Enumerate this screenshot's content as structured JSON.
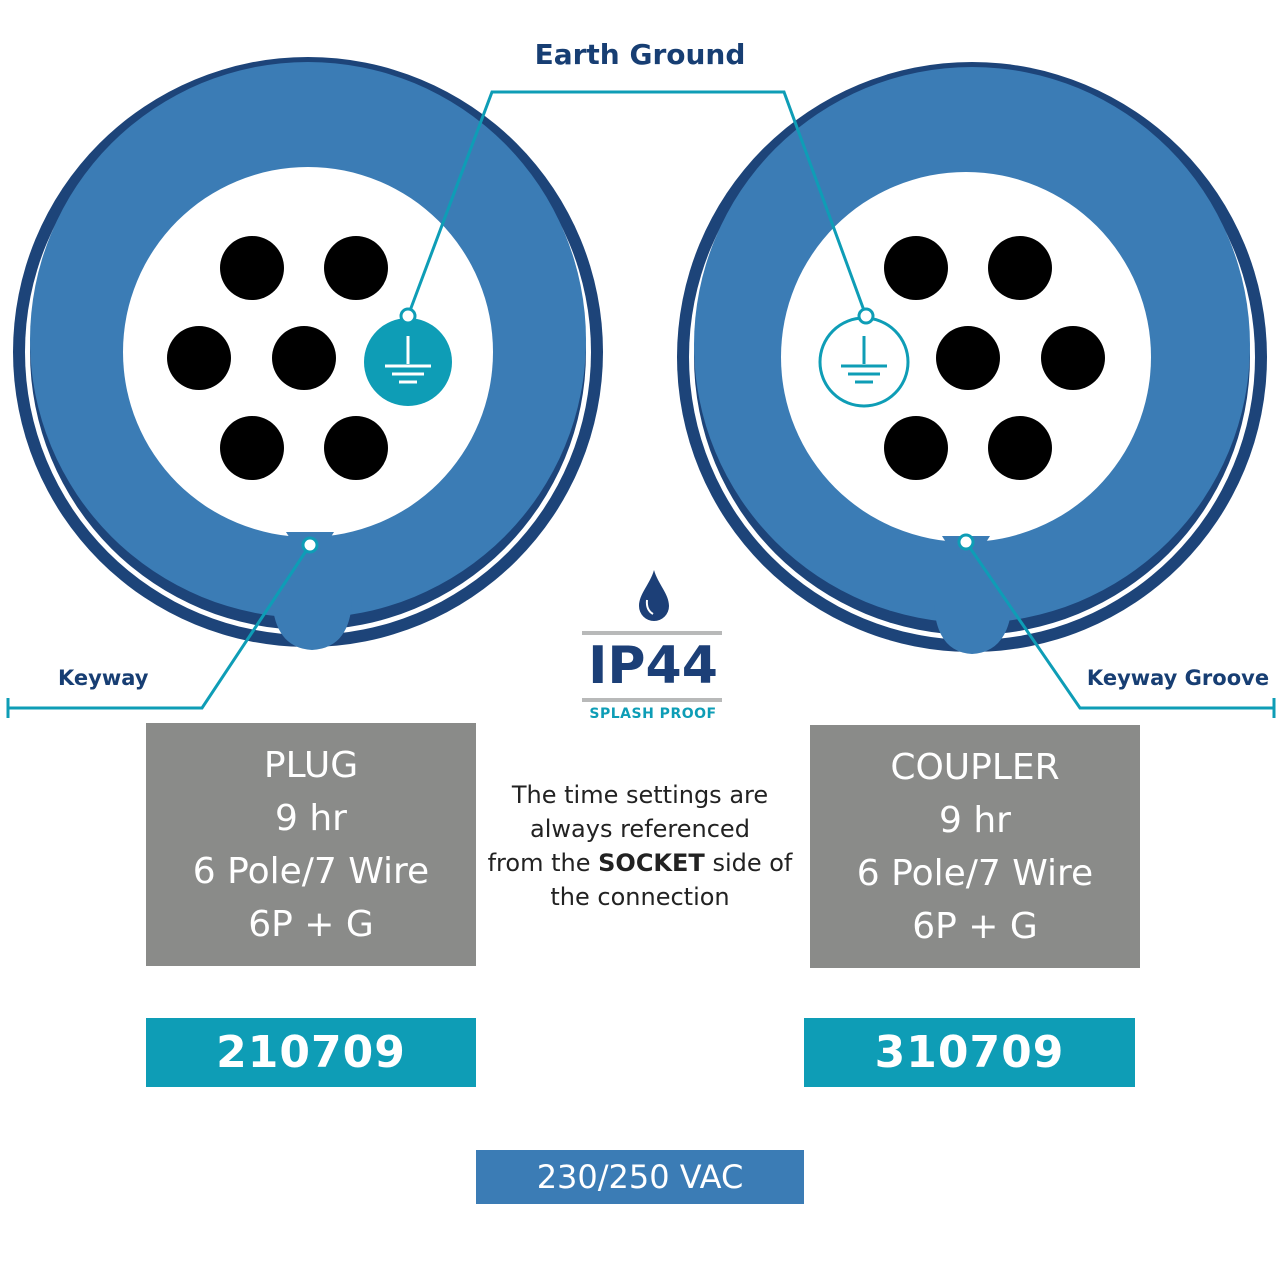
{
  "labels": {
    "earth_ground": "Earth Ground",
    "keyway": "Keyway",
    "keyway_groove": "Keyway Groove"
  },
  "ip_rating": {
    "code": "IP44",
    "description": "SPLASH PROOF",
    "icon": "water-drop-icon"
  },
  "plug": {
    "title": "PLUG",
    "clock": "9 hr",
    "poles": "6 Pole/7 Wire",
    "config": "6P + G",
    "part_number": "210709"
  },
  "coupler": {
    "title": "COUPLER",
    "clock": "9 hr",
    "poles": "6 Pole/7 Wire",
    "config": "6P + G",
    "part_number": "310709"
  },
  "note": {
    "line1": "The time settings are",
    "line2": "always referenced",
    "line3_pre": "from the",
    "line3_bold": "SOCKET",
    "line3_post": "side of",
    "line4": "the connection"
  },
  "voltage": "230/250 VAC",
  "colors": {
    "navy": "#173e73",
    "blue": "#3b7cb5",
    "teal": "#0e9db6",
    "gray": "#8a8b89",
    "pin": "#000000"
  }
}
